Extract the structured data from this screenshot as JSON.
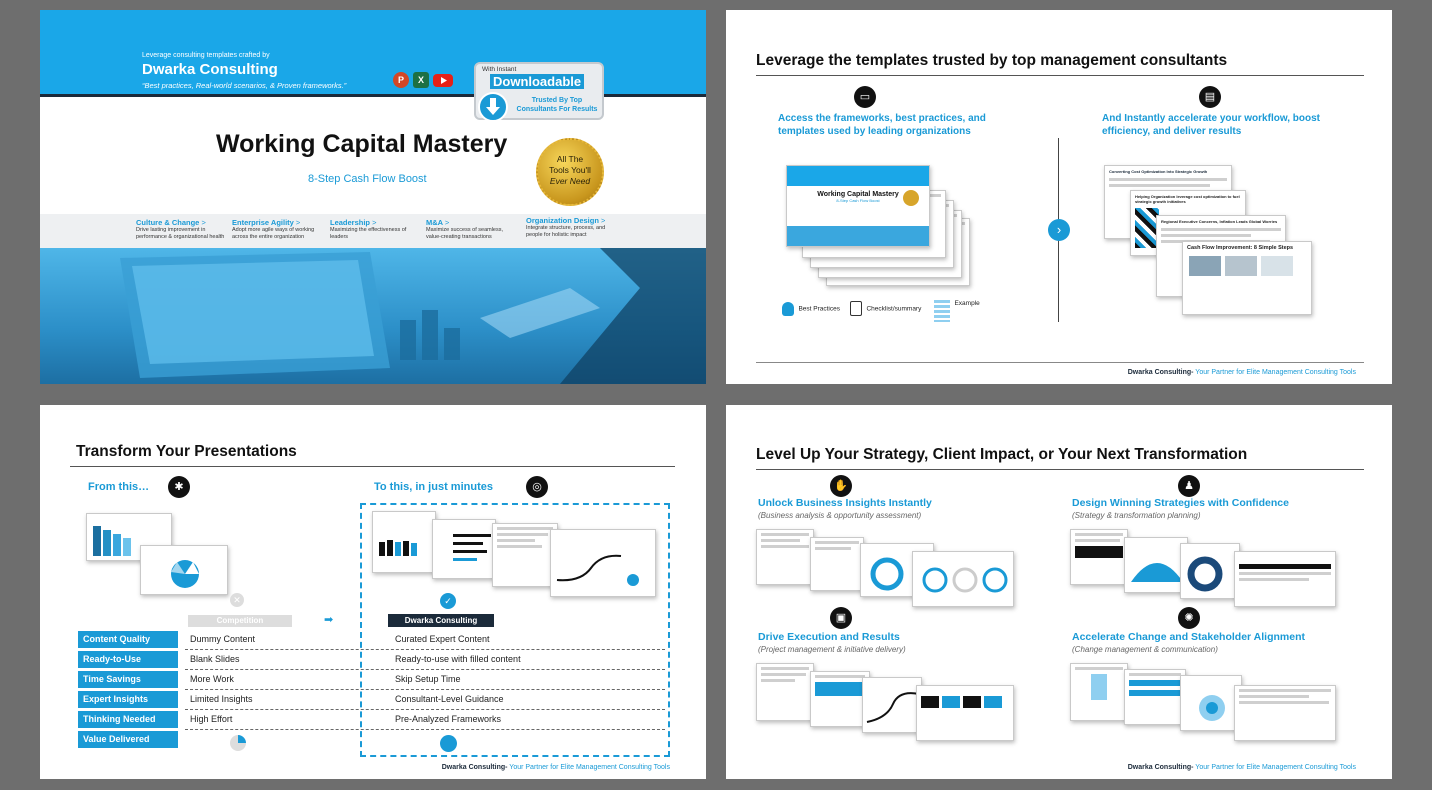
{
  "slide1": {
    "crafted_by": "Leverage consulting templates crafted by",
    "brand": "Dwarka Consulting",
    "tagline": "“Best practices, Real-world scenarios, & Proven frameworks.”",
    "download_box": {
      "line1": "With Instant",
      "line2": "Downloadable",
      "line3": "Trusted By Top Consultants For Results"
    },
    "title": "Working Capital Mastery",
    "subtitle": "8-Step Cash Flow Boost",
    "seal": {
      "line1": "All The",
      "line2": "Tools You'll",
      "line3": "Ever Need"
    },
    "categories": [
      {
        "name": "Culture & Change",
        "desc": "Drive lasting improvement in performance & organizational health"
      },
      {
        "name": "Enterprise Agility",
        "desc": "Adopt more agile ways of working across the entire organization"
      },
      {
        "name": "Leadership",
        "desc": "Maximizing the effectiveness of leaders"
      },
      {
        "name": "M&A",
        "desc": "Maximize success of seamless, value-creating transactions"
      },
      {
        "name": "Organization Design",
        "desc": "Integrate structure, process, and people for holistic impact"
      }
    ],
    "chevron": ">"
  },
  "slide2": {
    "title": "Leverage the templates trusted by top management consultants",
    "left_heading": "Access the frameworks, best practices, and templates used by leading organizations",
    "right_heading": "And Instantly accelerate your workflow, boost efficiency, and deliver results",
    "legend": [
      "Best Practices",
      "Checklist/summary",
      "Example"
    ],
    "thumb_title": "Working Capital Mastery",
    "thumb_sub": "8-Step Cash Flow Boost",
    "right_thumbs": [
      "Converting Cost Optimization Into Strategic Growth",
      "Helping Organization leverage cost optimization to fuel strategic growth initiatives",
      "Regional Executive Concerns, Inflation Leads Global Worries",
      "Cash Flow Improvement: 8 Simple Steps"
    ],
    "footer_brand": "Dwarka Consulting-",
    "footer_text": " Your Partner for Elite Management Consulting Tools"
  },
  "slide3": {
    "title": "Transform Your Presentations",
    "from_label": "From this…",
    "to_label": "To this, in just minutes",
    "competition_header": "Competition",
    "dwarka_header": "Dwarka Consulting",
    "rows": [
      {
        "label": "Content Quality",
        "competition": "Dummy Content",
        "dwarka": "Curated Expert Content"
      },
      {
        "label": "Ready-to-Use",
        "competition": "Blank Slides",
        "dwarka": "Ready-to-use with filled content"
      },
      {
        "label": "Time Savings",
        "competition": "More Work",
        "dwarka": "Skip Setup Time"
      },
      {
        "label": "Expert Insights",
        "competition": "Limited Insights",
        "dwarka": "Consultant-Level Guidance"
      },
      {
        "label": "Thinking Needed",
        "competition": "High Effort",
        "dwarka": "Pre-Analyzed Frameworks"
      },
      {
        "label": "Value Delivered",
        "competition": "",
        "dwarka": ""
      }
    ],
    "footer_brand": "Dwarka Consulting-",
    "footer_text": " Your Partner for Elite Management Consulting Tools"
  },
  "slide4": {
    "title": "Level Up Your Strategy, Client Impact, or Your Next Transformation",
    "sections": [
      {
        "heading": "Unlock Business Insights Instantly",
        "sub": "Business analysis & opportunity assessment"
      },
      {
        "heading": "Design Winning Strategies with Confidence",
        "sub": "Strategy & transformation planning"
      },
      {
        "heading": "Drive Execution and Results",
        "sub": "Project management & initiative delivery"
      },
      {
        "heading": "Accelerate Change and Stakeholder Alignment",
        "sub": "Change management & communication"
      }
    ],
    "footer_brand": "Dwarka Consulting-",
    "footer_text": " Your Partner for Elite Management Consulting Tools"
  },
  "colors": {
    "accent": "#1a9ad6",
    "dark": "#1b2a3a",
    "frame": "#6e6e6e"
  }
}
